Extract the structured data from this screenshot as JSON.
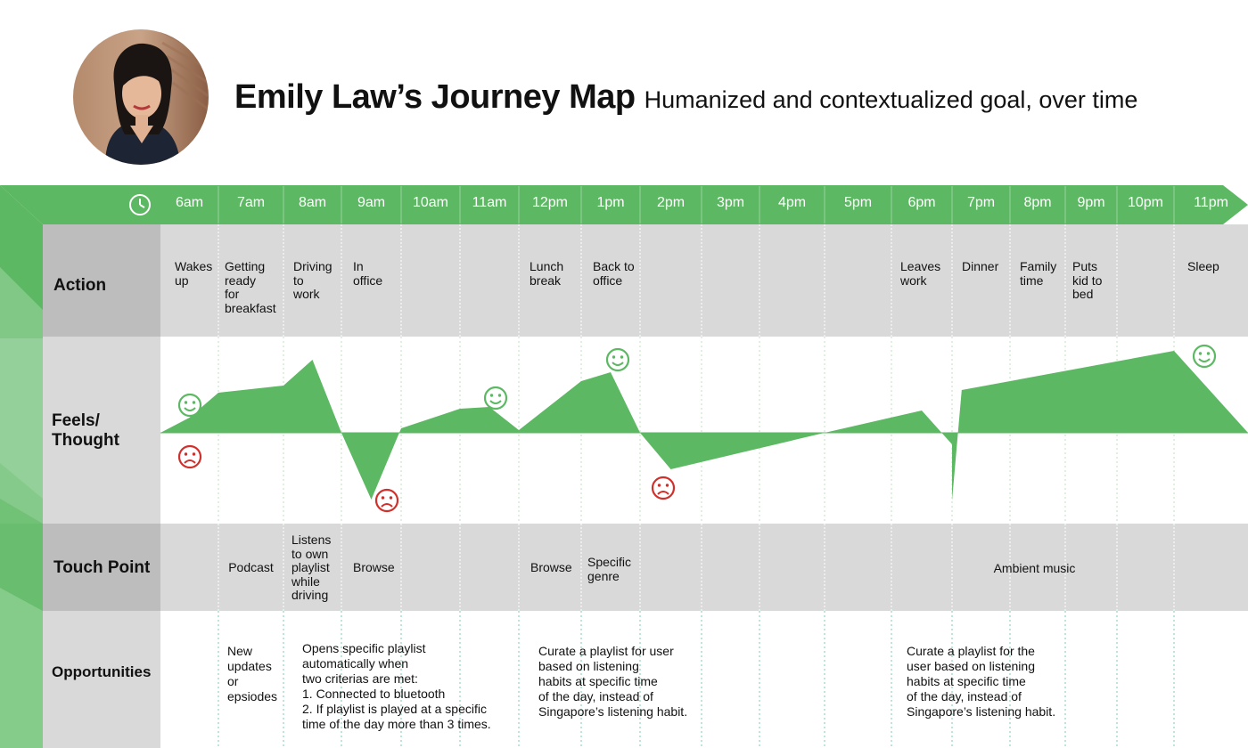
{
  "header": {
    "title": "Emily Law’s Journey Map",
    "subtitle": "Humanized and contextualized goal, over time"
  },
  "colors": {
    "green": "#5cb862",
    "band_gray": "#d9d9d9",
    "label_gray": "#bdbdbd",
    "happy": "#5cb862",
    "sad": "#d0302c"
  },
  "icons": {
    "clock": "clock-icon",
    "happy": "smiley-icon",
    "sad": "frown-icon"
  },
  "times": [
    "6am",
    "7am",
    "8am",
    "9am",
    "10am",
    "11am",
    "12pm",
    "1pm",
    "2pm",
    "3pm",
    "4pm",
    "5pm",
    "6pm",
    "7pm",
    "8pm",
    "9pm",
    "10pm",
    "11pm"
  ],
  "rows": {
    "action": "Action",
    "feels": [
      "Feels/",
      "Thought"
    ],
    "touch": "Touch Point",
    "opportunities": "Opportunities"
  },
  "actions": {
    "6am": [
      "Wakes",
      "up"
    ],
    "7am": [
      "Getting",
      "ready",
      "for",
      "breakfast"
    ],
    "8am": [
      "Driving",
      "to",
      "work"
    ],
    "9am": [
      "In",
      "office"
    ],
    "12pm": [
      "Lunch",
      "break"
    ],
    "1pm": [
      "Back to",
      "office"
    ],
    "6pm": [
      "Leaves",
      "work"
    ],
    "7pm": [
      "Dinner"
    ],
    "8pm": [
      "Family",
      "time"
    ],
    "9pm": [
      "Puts",
      "kid to",
      "bed"
    ],
    "11pm": [
      "Sleep"
    ]
  },
  "touch_points": {
    "7am": [
      "Podcast"
    ],
    "8am": [
      "Listens",
      "to own",
      "playlist",
      "while",
      "driving"
    ],
    "9am": [
      "Browse"
    ],
    "12pm": [
      "Browse"
    ],
    "1pm": [
      "Specific",
      "genre"
    ],
    "7pm-9pm": [
      "Ambient music"
    ]
  },
  "opportunities": {
    "7am": [
      "New",
      "updates",
      "or",
      "epsiodes"
    ],
    "8am-11am": [
      "Opens specific playlist",
      "automatically when",
      "two criterias are met:",
      "1. Connected to bluetooth",
      "2. If playlist is played at a specific",
      "time of the day more than 3 times."
    ],
    "12pm-3pm": [
      "Curate a playlist for user",
      "based on listening",
      "habits at specific time",
      "of the day, instead of",
      "Singapore’s listening habit."
    ],
    "6pm-9pm": [
      "Curate a playlist for the",
      "user based on listening",
      "habits at specific time",
      "of the day, instead of",
      "Singapore’s listening habit."
    ]
  },
  "feeling": {
    "scale": "positive above the baseline, negative below",
    "range": [
      -1,
      1
    ],
    "points": [
      {
        "t": "6am",
        "v": 0.0
      },
      {
        "t": "6:30am",
        "v": 0.17
      },
      {
        "t": "7am",
        "v": 0.45
      },
      {
        "t": "8am",
        "v": 0.53
      },
      {
        "t": "8:30am",
        "v": 0.82
      },
      {
        "t": "9am",
        "v": 0.0
      },
      {
        "t": "9:30am",
        "v": -0.75
      },
      {
        "t": "10am",
        "v": 0.05
      },
      {
        "t": "11am",
        "v": 0.27
      },
      {
        "t": "11:30am",
        "v": 0.29
      },
      {
        "t": "12pm",
        "v": 0.03
      },
      {
        "t": "1pm",
        "v": 0.58
      },
      {
        "t": "1:30pm",
        "v": 0.68
      },
      {
        "t": "2pm",
        "v": 0.0
      },
      {
        "t": "2:30pm",
        "v": -0.41
      },
      {
        "t": "5pm",
        "v": 0.0
      },
      {
        "t": "6:30pm",
        "v": 0.25
      },
      {
        "t": "7pm",
        "v": -0.13
      },
      {
        "t": "7pm",
        "v": -0.76
      },
      {
        "t": "7:10pm",
        "v": 0.48
      },
      {
        "t": "11pm",
        "v": 0.92
      },
      {
        "t": "midnight",
        "v": 0.0
      }
    ],
    "markers": [
      {
        "t": "6am",
        "mood": "happy"
      },
      {
        "t": "6am",
        "mood": "sad"
      },
      {
        "t": "9:30am",
        "mood": "sad"
      },
      {
        "t": "11:30am",
        "mood": "happy"
      },
      {
        "t": "1:30pm",
        "mood": "happy"
      },
      {
        "t": "2:30pm",
        "mood": "sad"
      },
      {
        "t": "11pm",
        "mood": "happy"
      }
    ]
  }
}
